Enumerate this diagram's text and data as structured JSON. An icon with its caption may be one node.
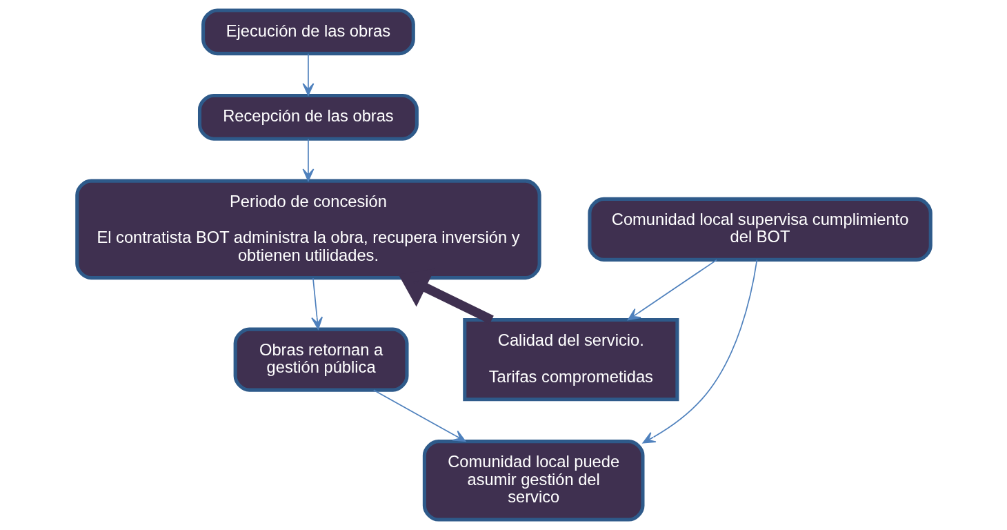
{
  "diagram": {
    "nodes": [
      {
        "text": [
          "Ejecución de las obras"
        ]
      },
      {
        "text": [
          "Recepción de las obras"
        ]
      },
      {
        "text": [
          "Periodo de concesión",
          "El contratista BOT administra la obra, recupera inversión y obtienen utilidades."
        ]
      },
      {
        "text": [
          "Obras retornan a gestión pública"
        ]
      },
      {
        "text": [
          "Comunidad local puede asumir gestión del servico"
        ]
      },
      {
        "text": [
          "Calidad del servicio.",
          "Tarifas comprometidas"
        ]
      },
      {
        "text": [
          "Comunidad local supervisa cumplimiento del BOT"
        ]
      }
    ],
    "edges": [
      {
        "from": 0,
        "to": 1,
        "arrow": "to"
      },
      {
        "from": 1,
        "to": 2,
        "arrow": "to"
      },
      {
        "from": 2,
        "to": 3,
        "arrow": "to"
      },
      {
        "from": 3,
        "to": 4,
        "arrow": "to"
      },
      {
        "from": 5,
        "to": 2,
        "arrow": "to",
        "style": "thick",
        "color": "#3f3050"
      },
      {
        "from": 6,
        "to": 5,
        "arrow": "to"
      },
      {
        "from": 6,
        "to": 4,
        "arrow": "to"
      }
    ]
  }
}
